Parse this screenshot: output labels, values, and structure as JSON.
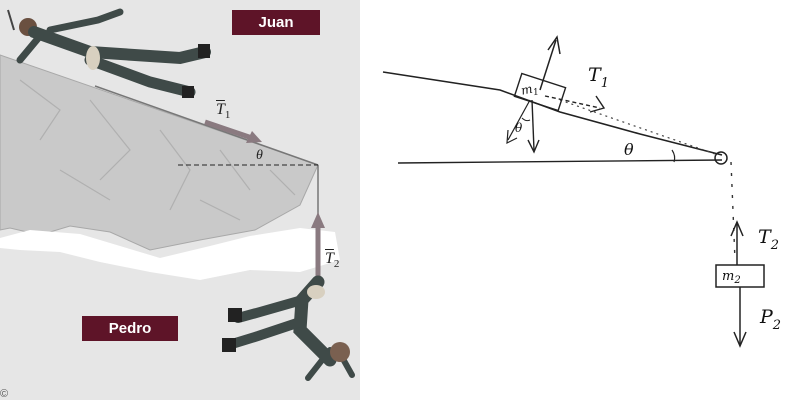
{
  "left_figure": {
    "climber_top_label": "Juan",
    "climber_bottom_label": "Pedro",
    "tension_1": {
      "symbol": "T",
      "subscript": "1"
    },
    "tension_2": {
      "symbol": "T",
      "subscript": "2"
    },
    "angle_label": "θ",
    "corner_mark": "©"
  },
  "right_figure": {
    "tension_1": {
      "symbol": "T",
      "subscript": "1"
    },
    "tension_2": {
      "symbol": "T",
      "subscript": "2"
    },
    "weight_2": {
      "symbol": "P",
      "subscript": "2"
    },
    "mass_1": {
      "symbol": "m",
      "subscript": "1"
    },
    "mass_2": {
      "symbol": "m",
      "subscript": "2"
    },
    "slope_angle": "θ",
    "weight_angle": "θ"
  },
  "colors": {
    "label_background": "#5e1428",
    "arrow": "#8a7a80",
    "rock": "#cfcfcf"
  }
}
